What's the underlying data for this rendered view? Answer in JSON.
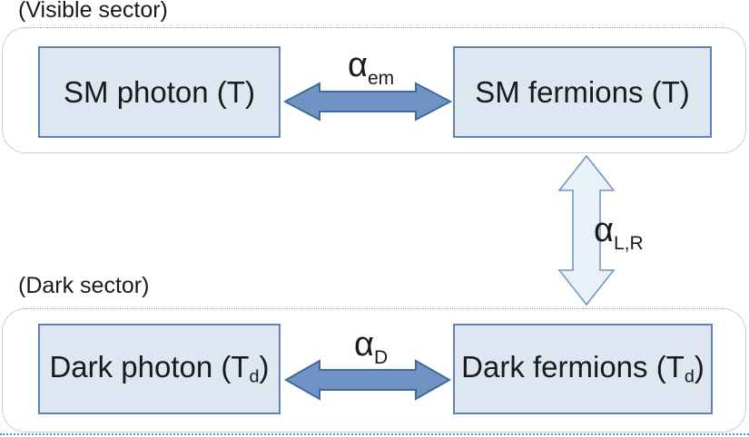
{
  "labels": {
    "visible_sector": "(Visible sector)",
    "dark_sector": "(Dark sector)"
  },
  "boxes": {
    "sm_photon": {
      "text": "SM photon (T)"
    },
    "sm_fermions": {
      "text": "SM fermions (T)"
    },
    "dark_photon": {
      "pre": "Dark photon (T",
      "sub": "d",
      "post": ")"
    },
    "dark_fermions": {
      "pre": "Dark fermions (T",
      "sub": "d",
      "post": ")"
    }
  },
  "couplings": {
    "em": {
      "base": "α",
      "sub": "em"
    },
    "lr": {
      "base": "α",
      "sub": "L,R"
    },
    "d": {
      "base": "α",
      "sub": "D"
    }
  },
  "colors": {
    "box_fill": "#dde6f1",
    "box_border": "#5b83b5",
    "solid_arrow_fill": "#6f93c5",
    "solid_arrow_stroke": "#41699e",
    "hollow_arrow_fill": "#eaf0f8",
    "hollow_arrow_stroke": "#6d93c1",
    "sector_border": "#7f9ecd",
    "text": "#1a1a1a"
  }
}
